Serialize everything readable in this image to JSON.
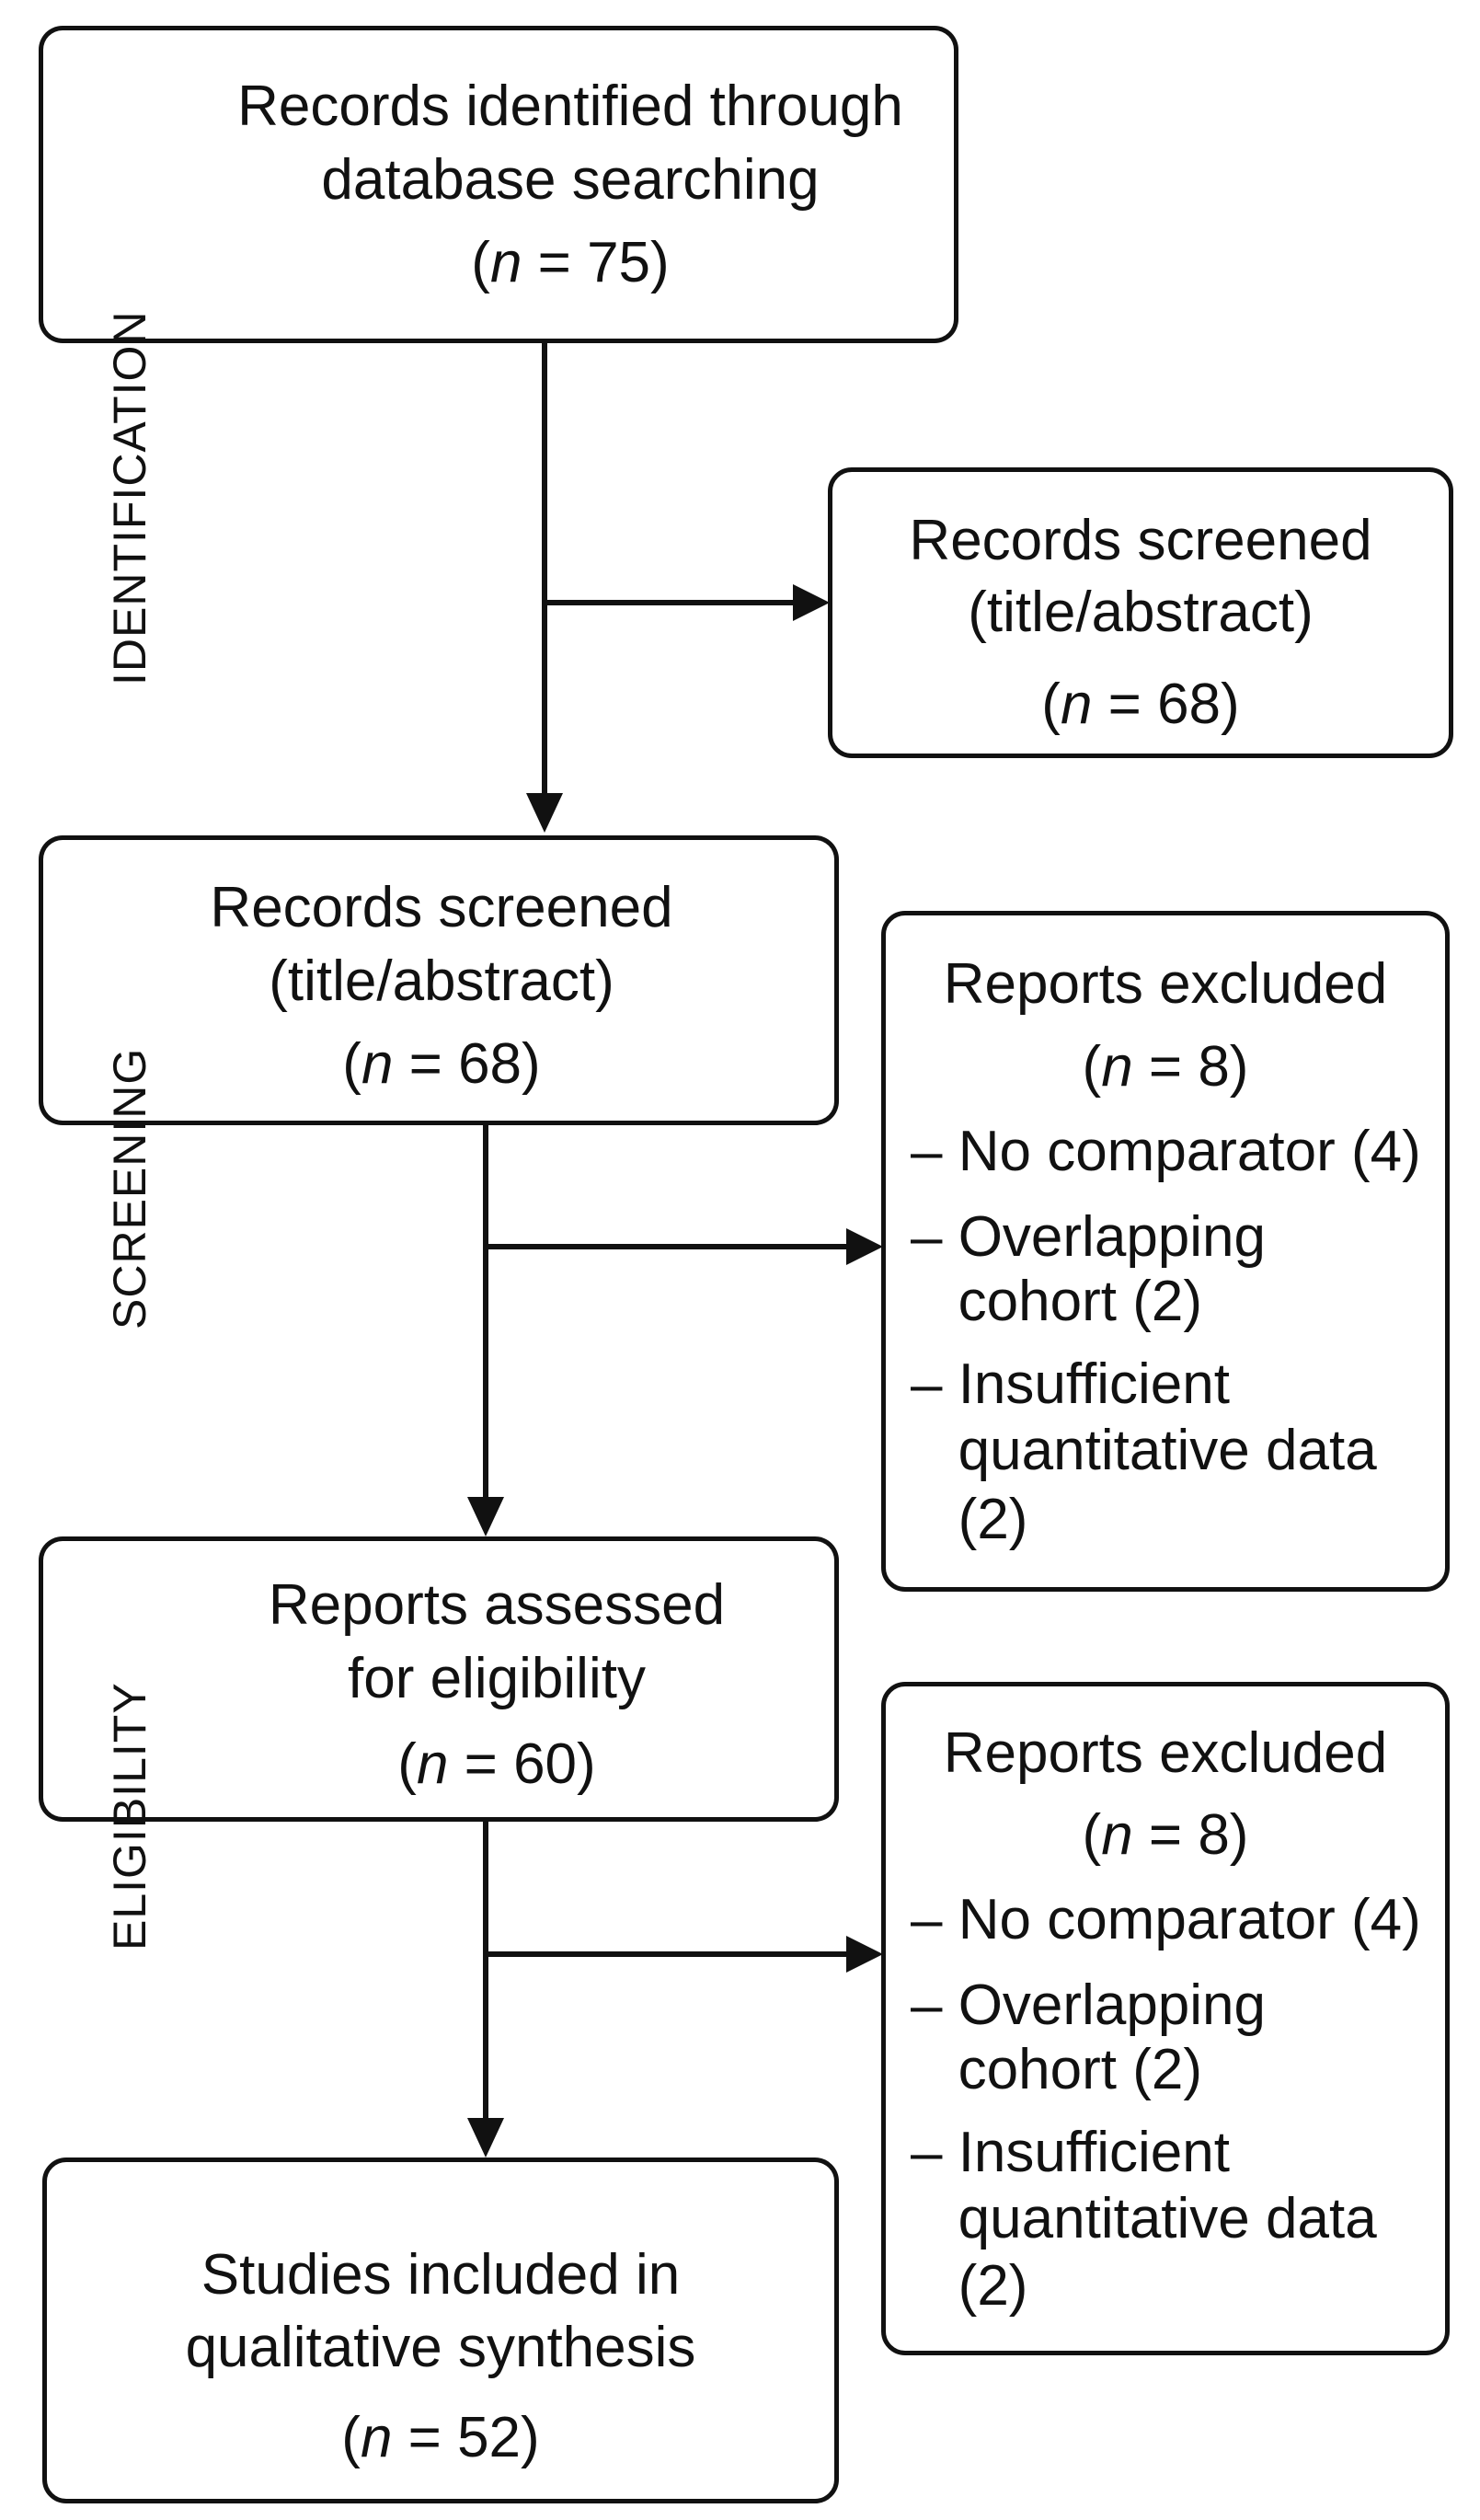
{
  "stages": {
    "identification": "IDENTIFICATION",
    "screening": "SCREENING",
    "eligibility": "ELIGIBILITY"
  },
  "boxes": {
    "identified": {
      "line1": "Records identified through",
      "line2": "database searching",
      "n_open": "(",
      "n_var": "n",
      "n_close": " = 75)"
    },
    "screened_side": {
      "line1": "Records screened",
      "line2": "(title/abstract)",
      "n_open": "(",
      "n_var": "n",
      "n_close": " = 68)"
    },
    "screened_main": {
      "line1": "Records screened",
      "line2": "(title/abstract)",
      "n_open": "(",
      "n_var": "n",
      "n_close": " = 68)"
    },
    "excluded_1": {
      "title": "Reports excluded",
      "n_open": "(",
      "n_var": "n",
      "n_close": " = 8)",
      "reasons": [
        "– No comparator (4)",
        "– Overlapping",
        "   cohort (2)",
        "– Insufficient",
        "   quantitative data",
        "   (2)"
      ]
    },
    "assessed": {
      "line1": "Reports assessed",
      "line2": "for eligibility",
      "n_open": "(",
      "n_var": "n",
      "n_close": " = 60)"
    },
    "excluded_2": {
      "title": "Reports excluded",
      "n_open": "(",
      "n_var": "n",
      "n_close": " = 8)",
      "reasons": [
        "– No comparator (4)",
        "– Overlapping",
        "   cohort (2)",
        "– Insufficient",
        "   quantitative data",
        "   (2)"
      ]
    },
    "included": {
      "line1": "Studies included in",
      "line2": "qualitative synthesis",
      "n_open": "(",
      "n_var": "n",
      "n_close": " = 52)"
    }
  }
}
